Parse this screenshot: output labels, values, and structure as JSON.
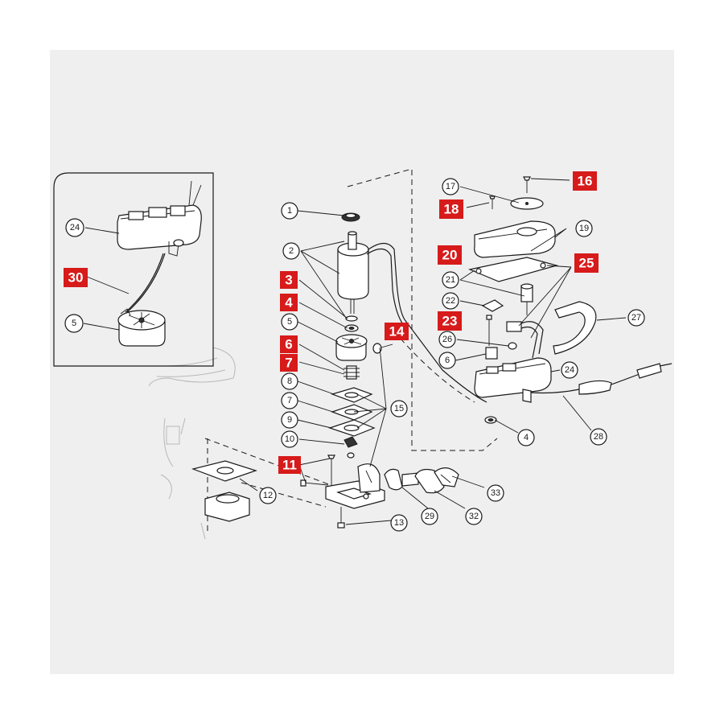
{
  "labels": {
    "c1": "1",
    "c2": "2",
    "c5": "5",
    "c8": "8",
    "c7": "7",
    "c9": "9",
    "c10": "10",
    "c12": "12",
    "c13": "13",
    "c15": "15",
    "c17": "17",
    "c19": "19",
    "c21": "21",
    "c22": "22",
    "c24": "24",
    "c26": "26",
    "c6": "6",
    "c4": "4",
    "c27": "27",
    "c28": "28",
    "c29": "29",
    "c32": "32",
    "c33": "33",
    "inset24": "24",
    "inset5": "5"
  },
  "highlighted": {
    "r3": "3",
    "r4": "4",
    "r6": "6",
    "r7": "7",
    "r11": "11",
    "r14": "14",
    "r16": "16",
    "r18": "18",
    "r20": "20",
    "r23": "23",
    "r25": "25",
    "r30": "30"
  },
  "colors": {
    "highlight": "#d71a1a",
    "panel": "#efefef",
    "ink": "#1a1a1a"
  }
}
